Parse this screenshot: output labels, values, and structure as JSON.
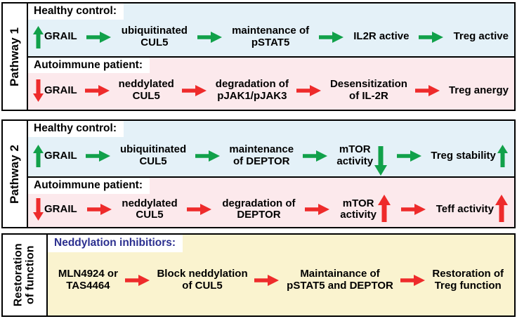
{
  "figure": {
    "colors": {
      "healthy_band": "#e4f1f8",
      "autoimmune_band": "#fce9ec",
      "restoration_band": "#faf3cf",
      "green_arrow": "#11a14a",
      "red_arrow": "#ee2b2b",
      "caption_blue": "#2b2f8f",
      "border": "#000000"
    }
  },
  "pathway1": {
    "side_label": "Pathway 1",
    "healthy": {
      "caption": "Healthy control:",
      "steps": [
        {
          "text": "GRAIL",
          "vertical_arrow": "up",
          "arrow_position": "before"
        },
        {
          "text": "ubiquitinated\nCUL5"
        },
        {
          "text": "maintenance of\npSTAT5"
        },
        {
          "text": "IL2R active"
        },
        {
          "text": "Treg active"
        }
      ]
    },
    "autoimmune": {
      "caption": "Autoimmune patient:",
      "steps": [
        {
          "text": "GRAIL",
          "vertical_arrow": "down",
          "arrow_position": "before"
        },
        {
          "text": "neddylated\nCUL5"
        },
        {
          "text": "degradation of\npJAK1/pJAK3"
        },
        {
          "text": "Desensitization\nof IL-2R"
        },
        {
          "text": "Treg anergy"
        }
      ]
    }
  },
  "pathway2": {
    "side_label": "Pathway 2",
    "healthy": {
      "caption": "Healthy control:",
      "steps": [
        {
          "text": "GRAIL",
          "vertical_arrow": "up",
          "arrow_position": "before"
        },
        {
          "text": "ubiquitinated\nCUL5"
        },
        {
          "text": "maintenance\nof DEPTOR"
        },
        {
          "text": "mTOR\nactivity",
          "vertical_arrow": "down",
          "arrow_position": "after"
        },
        {
          "text": "Treg stability",
          "vertical_arrow": "up",
          "arrow_position": "after"
        }
      ]
    },
    "autoimmune": {
      "caption": "Autoimmune patient:",
      "steps": [
        {
          "text": "GRAIL",
          "vertical_arrow": "down",
          "arrow_position": "before"
        },
        {
          "text": "neddylated\nCUL5"
        },
        {
          "text": "degradation of\nDEPTOR"
        },
        {
          "text": "mTOR\nactivity",
          "vertical_arrow": "up",
          "arrow_position": "after"
        },
        {
          "text": "Teff activity",
          "vertical_arrow": "up",
          "arrow_position": "after"
        }
      ]
    }
  },
  "restoration": {
    "side_label": "Restoration\nof function",
    "caption": "Neddylation inhibitiors:",
    "steps": [
      {
        "text": "MLN4924 or\nTAS4464"
      },
      {
        "text": "Block neddylation\nof CUL5"
      },
      {
        "text": "Maintainance of\npSTAT5 and DEPTOR"
      },
      {
        "text": "Restoration of\nTreg function"
      }
    ]
  }
}
